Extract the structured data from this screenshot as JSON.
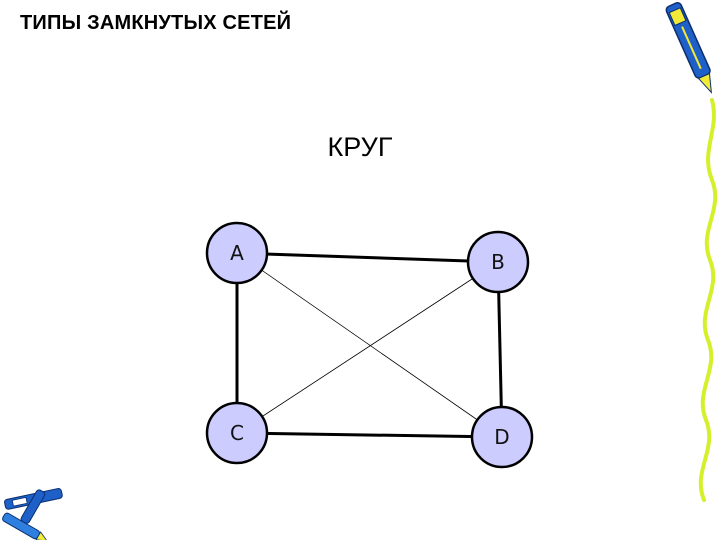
{
  "slide": {
    "title": "ТИПЫ ЗАМКНУТЫХ СЕТЕЙ",
    "subtitle": "КРУГ"
  },
  "diagram": {
    "nodes": [
      {
        "id": "A",
        "label": "A"
      },
      {
        "id": "B",
        "label": "B"
      },
      {
        "id": "C",
        "label": "C"
      },
      {
        "id": "D",
        "label": "D"
      }
    ],
    "edges": [
      {
        "from": "A",
        "to": "B",
        "style": "thick"
      },
      {
        "from": "A",
        "to": "C",
        "style": "thick"
      },
      {
        "from": "B",
        "to": "D",
        "style": "thick"
      },
      {
        "from": "C",
        "to": "D",
        "style": "thick"
      },
      {
        "from": "A",
        "to": "D",
        "style": "thin"
      },
      {
        "from": "B",
        "to": "C",
        "style": "thin"
      }
    ]
  },
  "colors": {
    "node_fill": "#ccccff",
    "node_stroke": "#000000",
    "pen_blue": "#1e5fc8",
    "pen_yellow": "#f2ea36",
    "squiggle": "#d4f02a"
  },
  "decorations": {
    "top_right": "pen-icon",
    "bottom_left": "pens-icon"
  }
}
